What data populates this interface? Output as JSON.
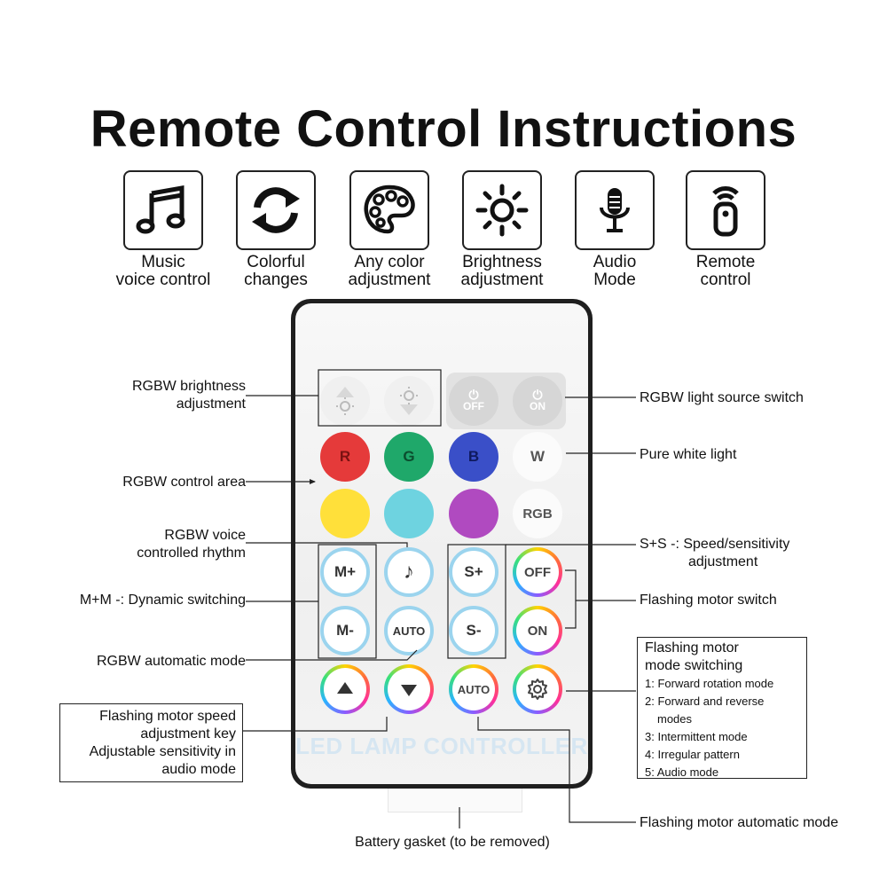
{
  "title": "Remote Control Instructions",
  "features": [
    {
      "line1": "Music",
      "line2": "voice control",
      "icon": "music-note-icon"
    },
    {
      "line1": "Colorful",
      "line2": "changes",
      "icon": "refresh-cycle-icon"
    },
    {
      "line1": "Any color",
      "line2": "adjustment",
      "icon": "palette-icon"
    },
    {
      "line1": "Brightness",
      "line2": "adjustment",
      "icon": "sun-icon"
    },
    {
      "line1": "Audio",
      "line2": "Mode",
      "icon": "microphone-icon"
    },
    {
      "line1": "Remote",
      "line2": "control",
      "icon": "remote-icon"
    }
  ],
  "remote": {
    "buttons": {
      "off1": "OFF",
      "on1": "ON",
      "r": "R",
      "g": "G",
      "b": "B",
      "w": "W",
      "rgb": "RGB",
      "m_plus": "M+",
      "m_minus": "M-",
      "auto1": "AUTO",
      "s_plus": "S+",
      "s_minus": "S-",
      "off2": "OFF",
      "on2": "ON",
      "auto2": "AUTO"
    },
    "brand": "LED LAMP CONTROLLER",
    "colors": {
      "r": "#e53a3a",
      "g": "#1fa86a",
      "b": "#3a4fc8",
      "yellow": "#ffe03a",
      "cyan": "#6ed3e0",
      "purple": "#b04ac0"
    }
  },
  "callouts": {
    "brightness_1": "RGBW brightness",
    "brightness_2": "adjustment",
    "control_area": "RGBW control area",
    "voice_1": "RGBW voice",
    "voice_2": "controlled rhythm",
    "dynamic": "M+M -: Dynamic switching",
    "automatic": "RGBW automatic mode",
    "speed_1": "Flashing motor speed",
    "speed_2": "adjustment key",
    "speed_3": "Adjustable sensitivity in",
    "speed_4": "audio mode",
    "source_switch": "RGBW light source switch",
    "white": "Pure white light",
    "ss_1": "S+S -: Speed/sensitivity",
    "ss_2": "adjustment",
    "motor_switch": "Flashing motor switch",
    "mode_title_1": "Flashing motor",
    "mode_title_2": "mode switching",
    "modes": [
      "1: Forward rotation mode",
      "2: Forward and reverse",
      "modes",
      "3: Intermittent mode",
      "4: Irregular pattern",
      "5: Audio mode"
    ],
    "motor_auto": "Flashing motor automatic mode",
    "gasket": "Battery gasket (to be removed)"
  }
}
